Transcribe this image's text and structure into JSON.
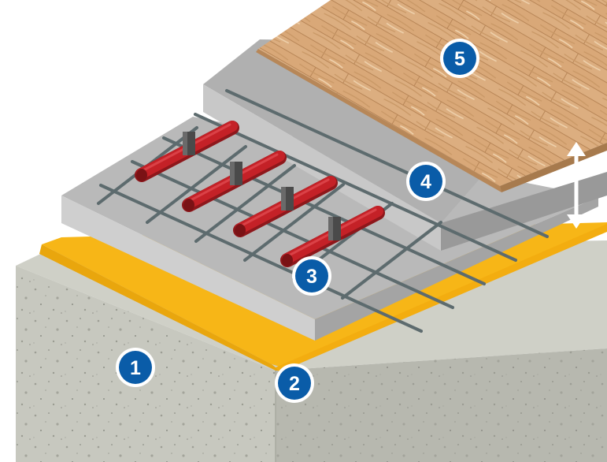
{
  "callouts": [
    {
      "id": "1",
      "label": "1"
    },
    {
      "id": "2",
      "label": "2"
    },
    {
      "id": "3",
      "label": "3"
    },
    {
      "id": "4",
      "label": "4"
    },
    {
      "id": "5",
      "label": "5"
    }
  ],
  "colors": {
    "badge_fill": "#0a5ca8",
    "badge_ring": "#ffffff",
    "concrete_base": "#c9cac0",
    "insulation_strip": "#f7b617",
    "screed": "#b6b6b6",
    "leveling_layer": "#a6a6a6",
    "wood_floor": "#d9a878",
    "heating_pipe": "#c42127",
    "mesh": "#5d6b6e",
    "clip": "#4a4a4a",
    "height_arrow": "#ffffff"
  },
  "icons": [
    "double-arrow-icon"
  ]
}
